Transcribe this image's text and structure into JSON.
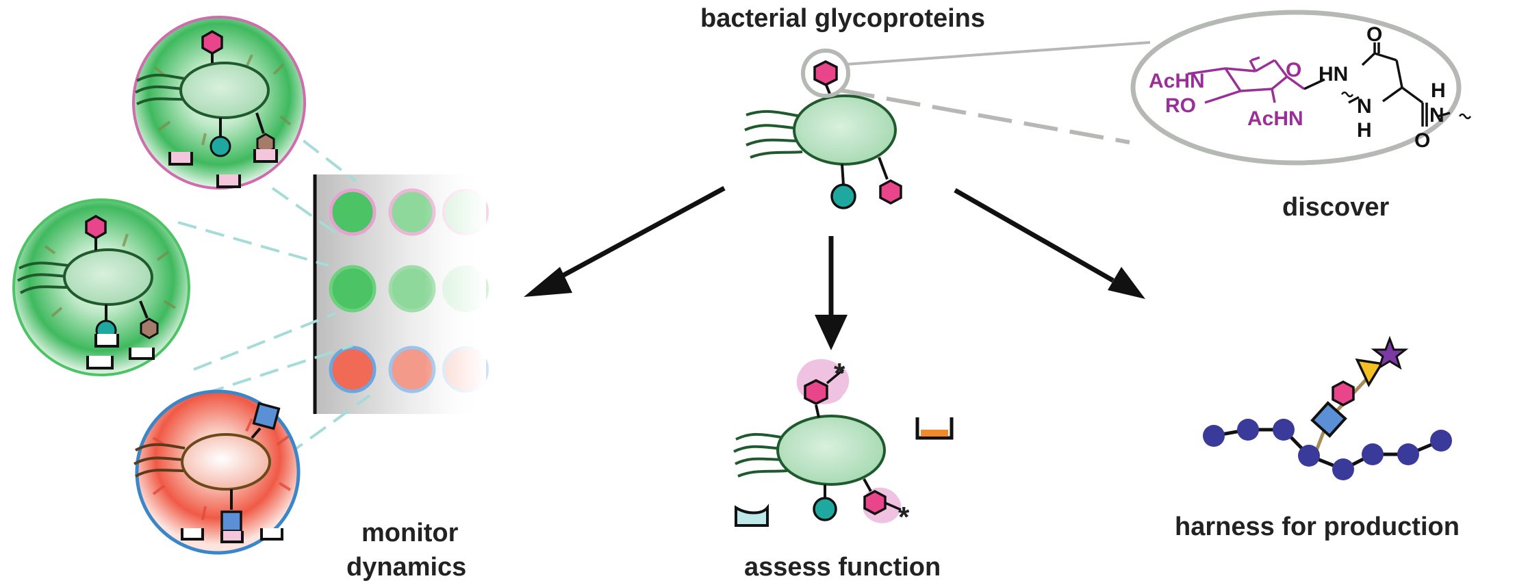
{
  "labels": {
    "top": "bacterial glycoproteins",
    "discover": "discover",
    "monitor_line1": "monitor",
    "monitor_line2": "dynamics",
    "assess": "assess function",
    "harness": "harness for production"
  },
  "chemistry": {
    "acetamido_1": "AcHN",
    "ring_oxygen": "O",
    "ether": "RO",
    "acetamido_2": "AcHN",
    "amide_nh": "HN",
    "carbonyl_o_top": "O",
    "backbone_n": "N",
    "backbone_h": "H",
    "terminal_h": "H",
    "terminal_n": "N",
    "carbonyl_o_bottom": "O"
  },
  "colors": {
    "pink_sugar": "#e8458b",
    "teal_sugar": "#1fa8a0",
    "blue_sugar": "#5b8fd6",
    "yellow_sugar": "#f5c023",
    "purple_star": "#7b3aa3",
    "bead": "#3a3a9a",
    "orange_receptor": "#f08a2a",
    "light_blue_receptor": "#bfe8e8",
    "pink_receptor": "#f3c6dc",
    "green_cell": "#a8dcb4",
    "red_well": "#f06a55",
    "green_well": "#4cc465",
    "magenta_text": "#9a2f97",
    "gray_ellipse": "#b5b8b5"
  }
}
